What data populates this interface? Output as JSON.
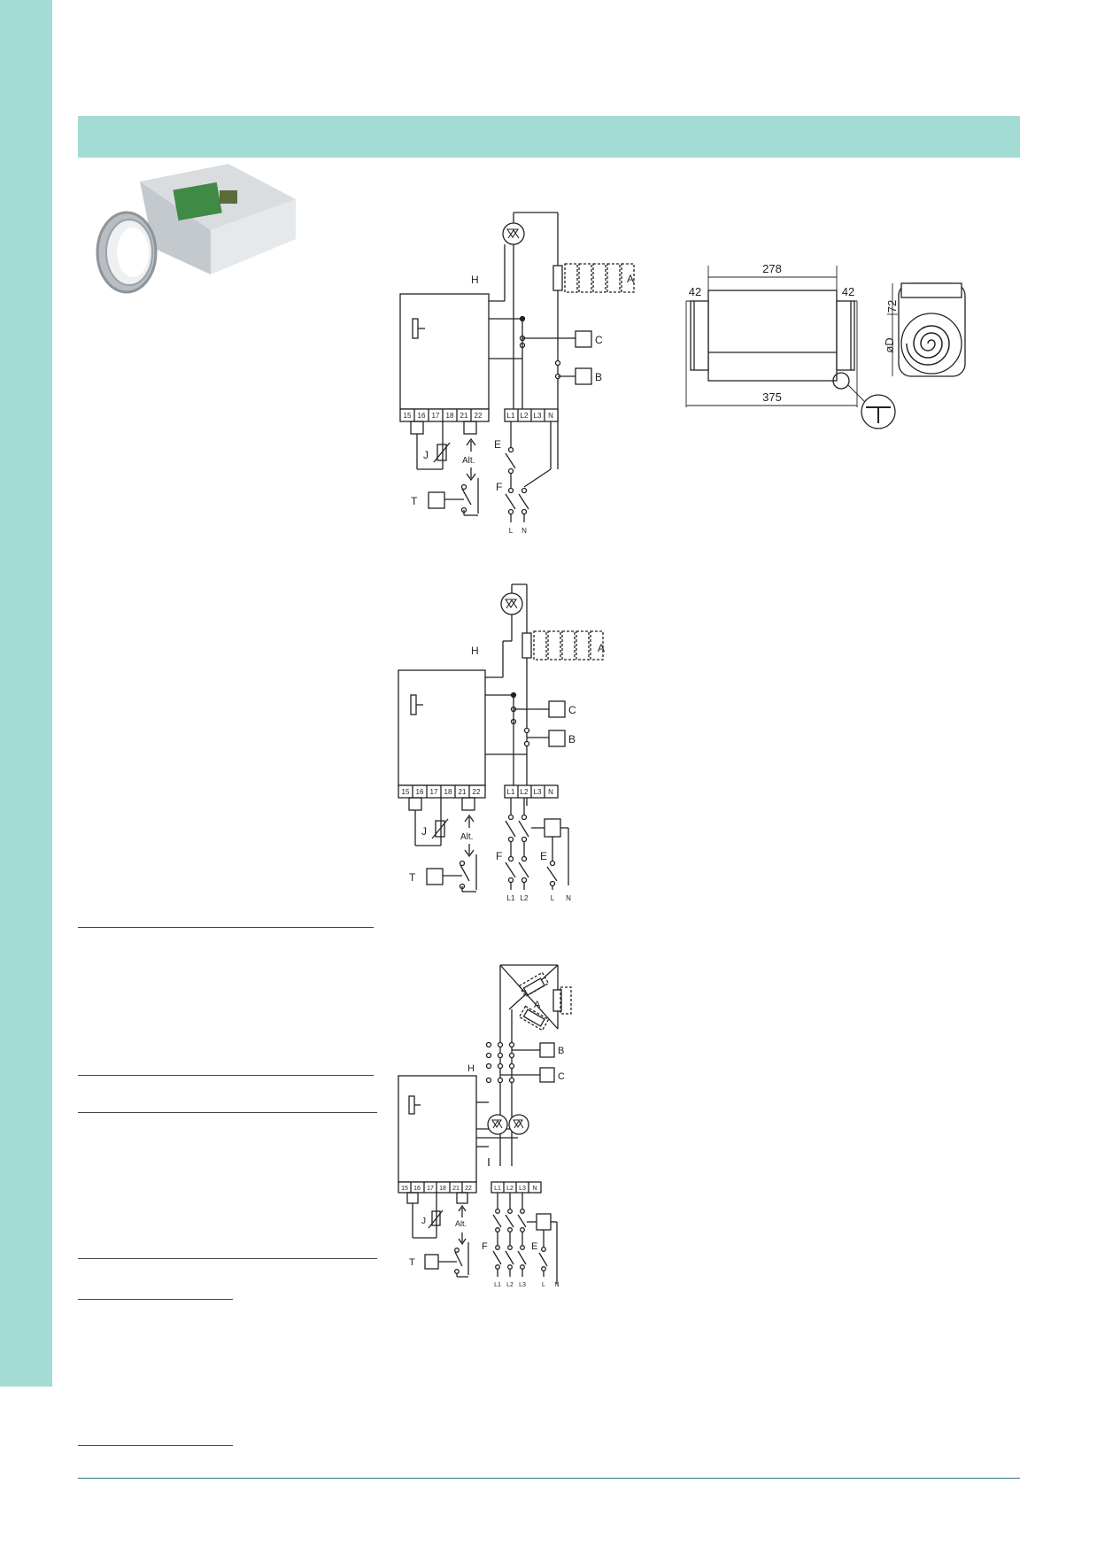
{
  "colors": {
    "accent": "#a3dcd5",
    "footer_line": "#2f6f91",
    "ink": "#222222"
  },
  "diagram1": {
    "labels": {
      "a": "A",
      "b": "B",
      "c": "C",
      "h": "H",
      "j": "J",
      "t": "T",
      "e": "E",
      "f": "F",
      "alt": "Alt."
    },
    "terminals": [
      "15",
      "16",
      "17",
      "18",
      "21",
      "22"
    ],
    "phases": [
      "L1",
      "L2",
      "L3",
      "N"
    ],
    "supply": [
      "L",
      "N"
    ]
  },
  "diagram2": {
    "labels": {
      "a": "A",
      "b": "B",
      "c": "C",
      "h": "H",
      "j": "J",
      "t": "T",
      "e": "E",
      "f": "F",
      "alt": "Alt."
    },
    "terminals": [
      "15",
      "16",
      "17",
      "18",
      "21",
      "22"
    ],
    "phases": [
      "L1",
      "L2",
      "L3",
      "N"
    ],
    "supply": [
      "L1",
      "L2",
      "L",
      "N"
    ]
  },
  "diagram3": {
    "labels": {
      "a": "A",
      "b": "B",
      "c": "C",
      "h": "H",
      "j": "J",
      "t": "T",
      "e": "E",
      "f": "F",
      "alt": "Alt."
    },
    "terminals": [
      "15",
      "16",
      "17",
      "18",
      "21",
      "22"
    ],
    "phases": [
      "L1",
      "L2",
      "L3",
      "N"
    ],
    "supply": [
      "L1",
      "L2",
      "L3",
      "L",
      "N"
    ]
  },
  "dimensions": {
    "length_top": "278",
    "left_collar": "42",
    "right_collar": "42",
    "total_length": "375",
    "height": "72",
    "diameter": "øD"
  }
}
